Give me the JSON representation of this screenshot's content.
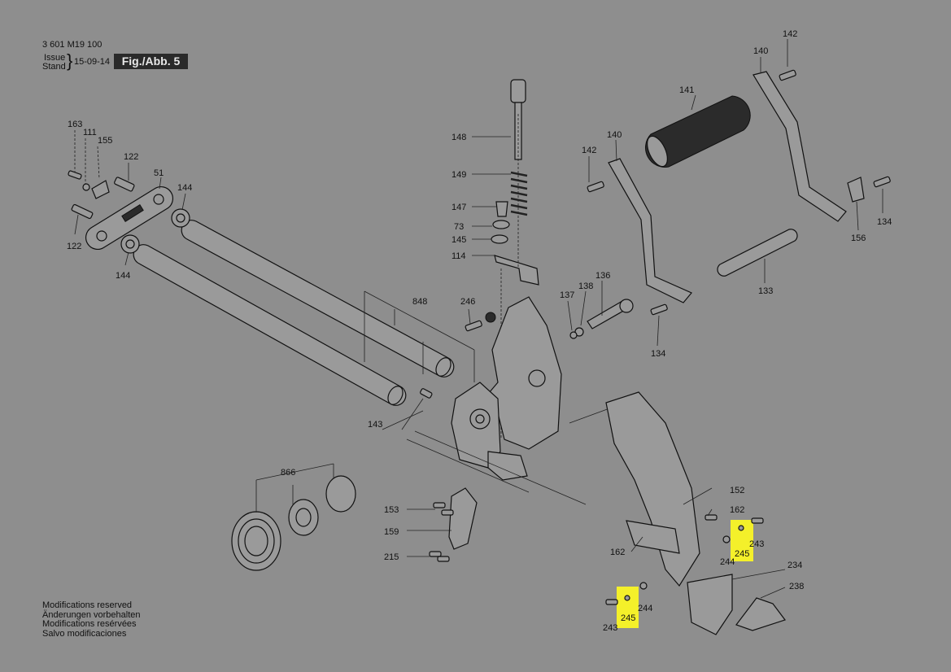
{
  "header": {
    "part_number": "3 601 M19 100",
    "issue_label": "Issue",
    "stand_label": "Stand",
    "date": "15-09-14",
    "figure": "Fig./Abb. 5"
  },
  "notes": [
    "Modifications reserved",
    "Änderungen vorbehalten",
    "Modifications resérvées",
    "Salvo modificaciones"
  ],
  "labels": {
    "p142a": "142",
    "p140a": "140",
    "p141": "141",
    "p140b": "140",
    "p142b": "142",
    "p134a": "134",
    "p156": "156",
    "p133": "133",
    "p134b": "134",
    "p148": "148",
    "p149": "149",
    "p147": "147",
    "p73": "73",
    "p145": "145",
    "p114": "114",
    "p136": "136",
    "p137": "137",
    "p138": "138",
    "p246": "246",
    "p848": "848",
    "p163": "163",
    "p111": "111",
    "p155": "155",
    "p122a": "122",
    "p51": "51",
    "p144a": "144",
    "p122b": "122",
    "p144b": "144",
    "p143": "143",
    "p866": "866",
    "p153": "153",
    "p159": "159",
    "p215": "215",
    "p152": "152",
    "p162a": "162",
    "p162b": "162",
    "p243a": "243",
    "p245a": "245",
    "p244a": "244",
    "p234": "234",
    "p238": "238",
    "p244b": "244",
    "p245b": "245",
    "p243b": "243"
  },
  "highlight_color": "#f4f02a"
}
